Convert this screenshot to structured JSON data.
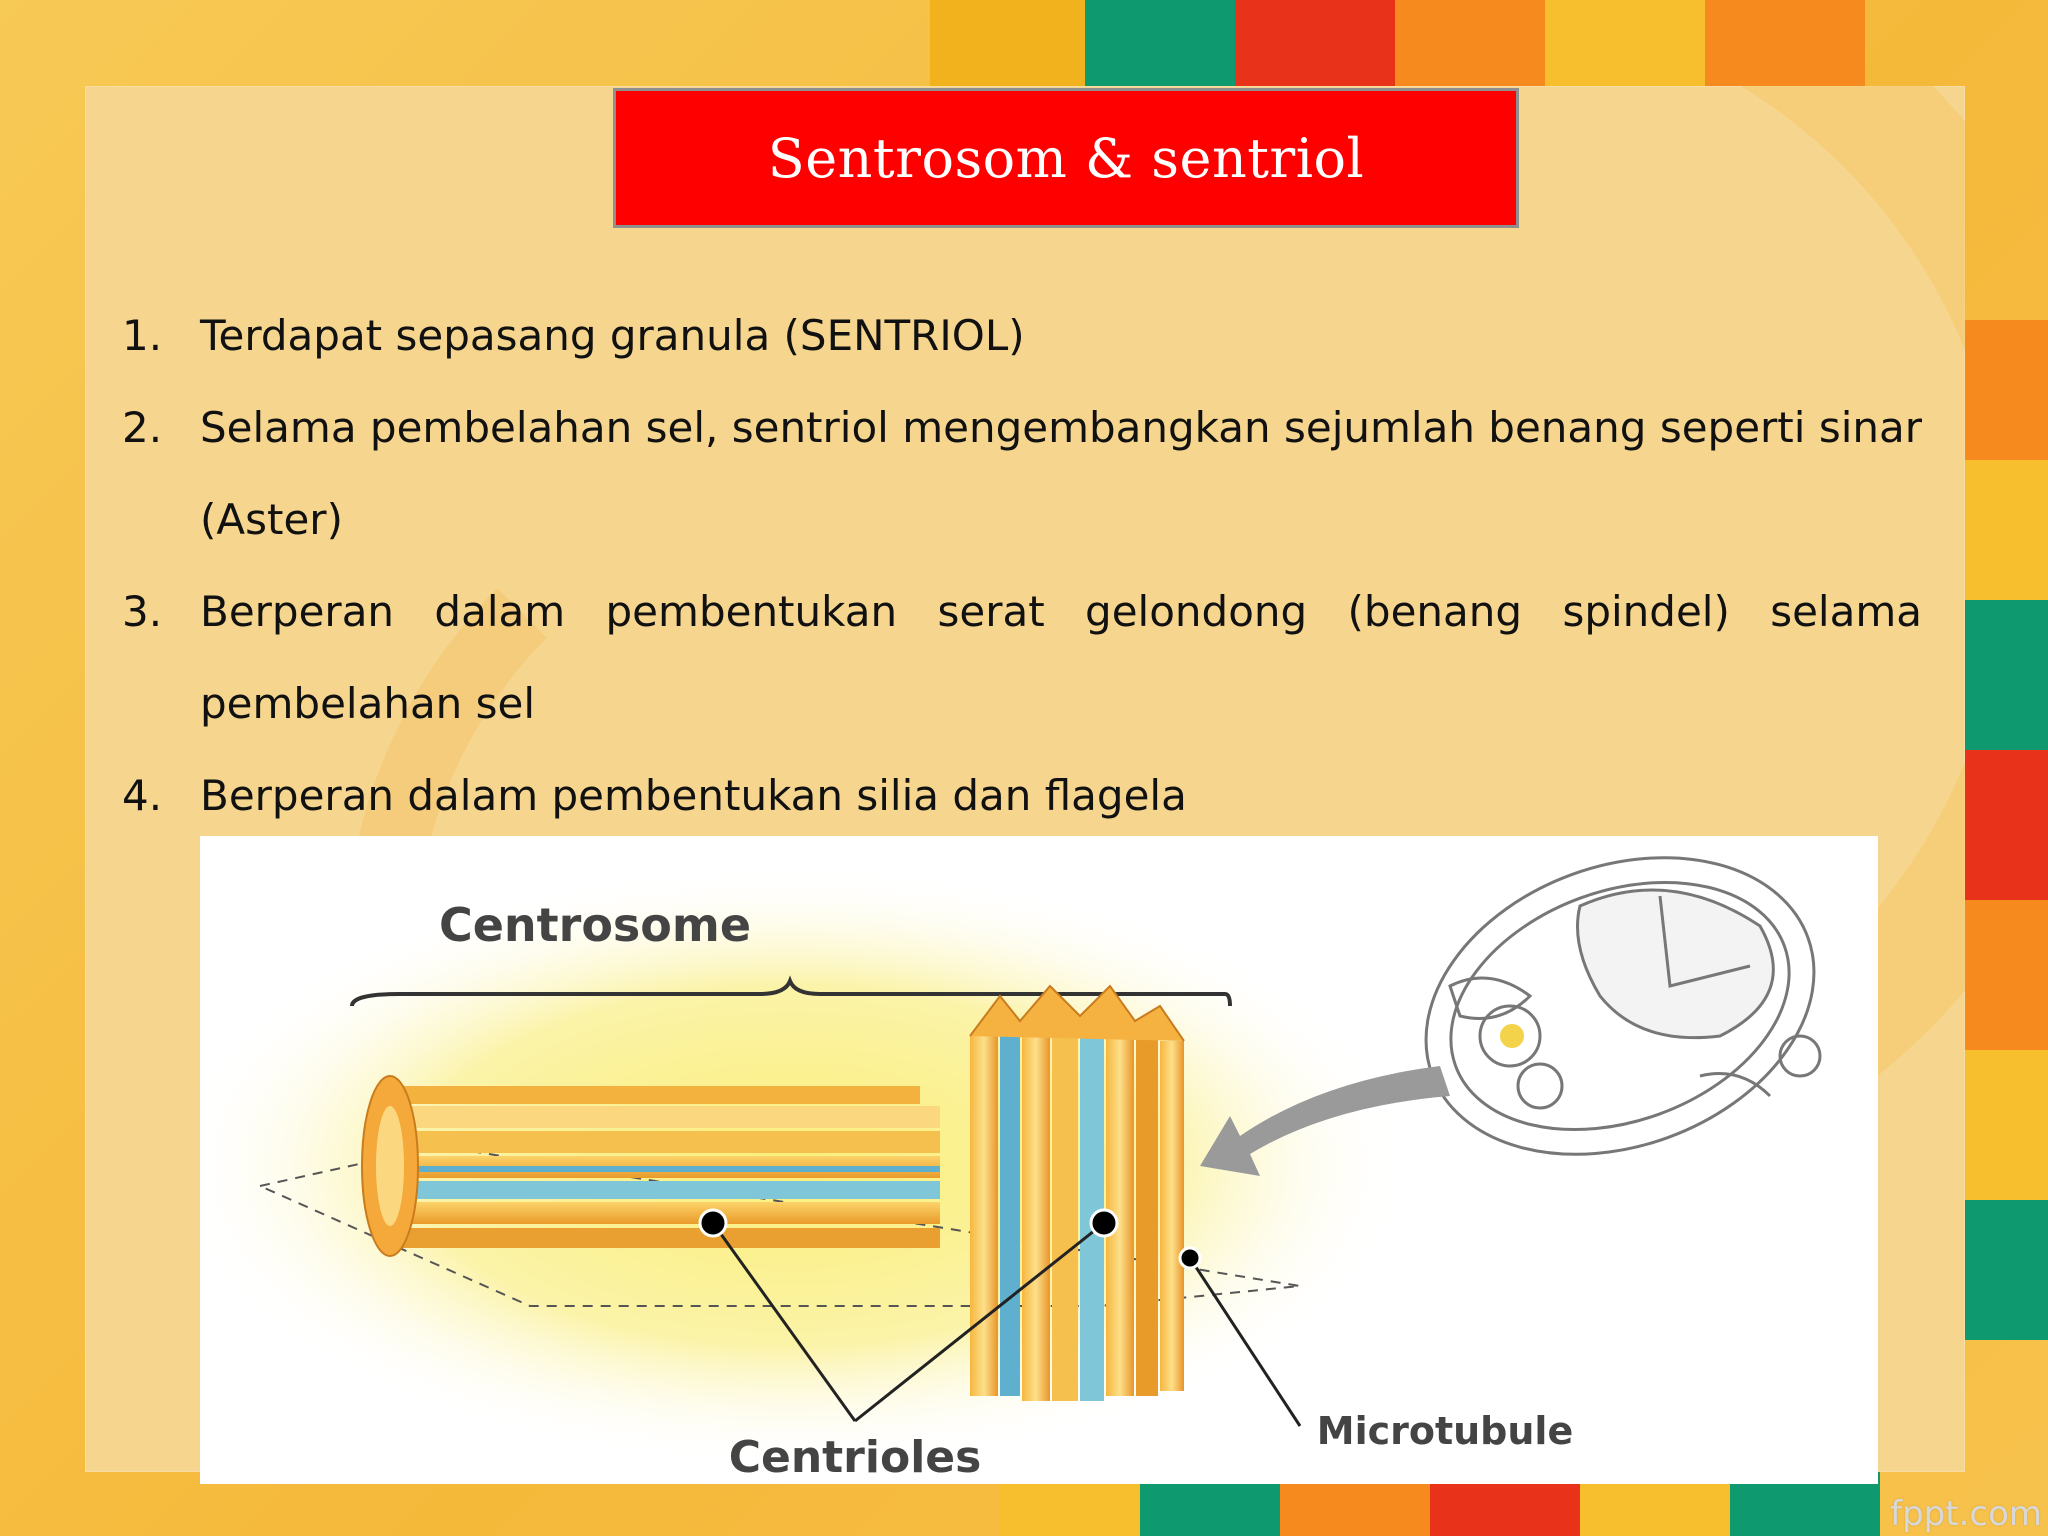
{
  "slide": {
    "title": "Sentrosom & sentriol",
    "items": [
      {
        "num": "1.",
        "text": "Terdapat sepasang granula (SENTRIOL)"
      },
      {
        "num": "2.",
        "text": "Selama pembelahan sel, sentriol mengembangkan sejumlah benang seperti sinar (Aster)"
      },
      {
        "num": "3.",
        "text": "Berperan dalam pembentukan serat gelondong (benang spindel) selama pembelahan sel"
      },
      {
        "num": "4.",
        "text": "Berperan dalam pembentukan silia dan flagela"
      }
    ]
  },
  "figure": {
    "label_centrosome": "Centrosome",
    "label_centrioles": "Centrioles",
    "label_microtubule": "Microtubule"
  },
  "watermark": "fppt.com",
  "colors": {
    "title_bg": "#ff0000",
    "panel_bg": "#f6d58e",
    "stripe_green": "#0e9a6e",
    "stripe_red": "#e8321a",
    "stripe_orange": "#f68a1e",
    "stripe_yellow": "#f7be2e"
  }
}
